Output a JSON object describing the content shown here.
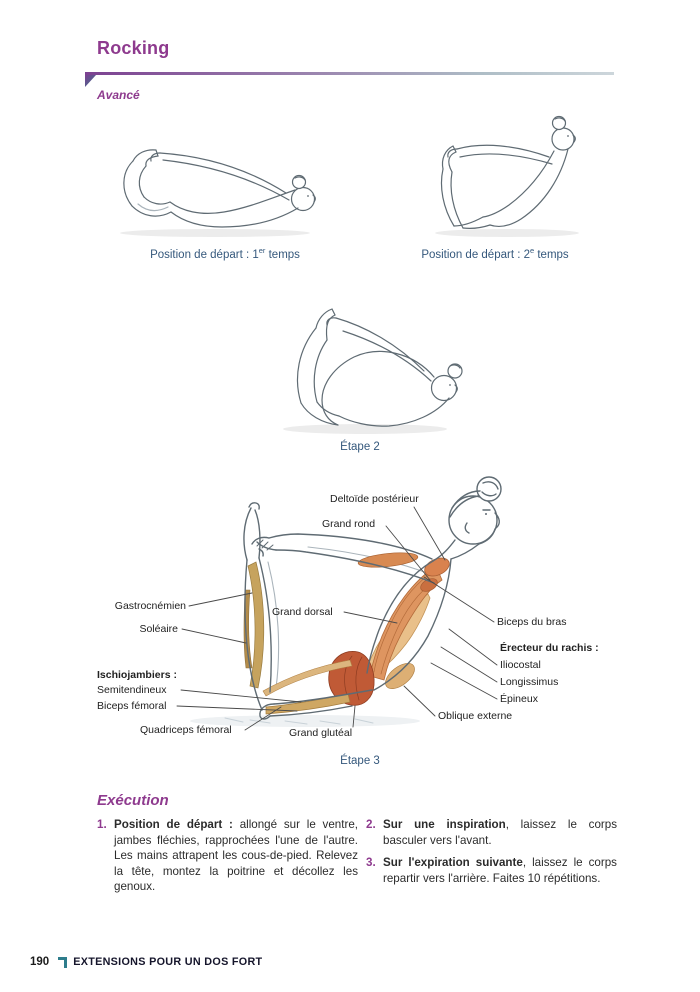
{
  "colors": {
    "accent_purple": "#8e3a8e",
    "caption_blue": "#35587c",
    "teal": "#2e7d8c"
  },
  "header": {
    "title": "Rocking",
    "level": "Avancé"
  },
  "captions": {
    "fig1_prefix": "Position de départ : 1",
    "fig1_sup": "er",
    "fig1_suffix": " temps",
    "fig2_prefix": "Position de départ : 2",
    "fig2_sup": "e",
    "fig2_suffix": " temps",
    "etape2": "Étape 2",
    "etape3": "Étape 3"
  },
  "anatomy": {
    "labels": [
      {
        "id": "deltoide-posterieur",
        "text": "Deltoïde postérieur"
      },
      {
        "id": "grand-rond",
        "text": "Grand rond"
      },
      {
        "id": "gastrocnemien",
        "text": "Gastrocnémien"
      },
      {
        "id": "grand-dorsal",
        "text": "Grand dorsal"
      },
      {
        "id": "soleaire",
        "text": "Soléaire"
      },
      {
        "id": "biceps-du-bras",
        "text": "Biceps du bras"
      },
      {
        "id": "erecteur-du-rachis",
        "text": "Érecteur du rachis :"
      },
      {
        "id": "iliocostal",
        "text": "Iliocostal"
      },
      {
        "id": "longissimus",
        "text": "Longissimus"
      },
      {
        "id": "ischiojambiers",
        "text": "Ischiojambiers :"
      },
      {
        "id": "semitendineux",
        "text": "Semitendineux"
      },
      {
        "id": "epineux",
        "text": "Épineux"
      },
      {
        "id": "biceps-femoral",
        "text": "Biceps fémoral"
      },
      {
        "id": "oblique-externe",
        "text": "Oblique externe"
      },
      {
        "id": "quadriceps-femoral",
        "text": "Quadriceps fémoral"
      },
      {
        "id": "grand-gluteal",
        "text": "Grand glutéal"
      }
    ]
  },
  "execution": {
    "heading": "Exécution",
    "steps": [
      {
        "num": "1.",
        "lead": "Position de départ :",
        "rest": " allongé sur le ventre, jambes fléchies, rapprochées l'une de l'autre. Les mains attrapent les cous-de-pied. Relevez la tête, montez la poitrine et décollez les genoux."
      },
      {
        "num": "2.",
        "lead": "Sur une inspiration",
        "rest": ", laissez le corps basculer vers l'avant."
      },
      {
        "num": "3.",
        "lead": "Sur l'expiration suivante",
        "rest": ", laissez le corps repartir vers l'arrière. Faites 10 répétitions."
      }
    ]
  },
  "footer": {
    "page_number": "190",
    "section": "EXTENSIONS POUR UN DOS FORT"
  }
}
